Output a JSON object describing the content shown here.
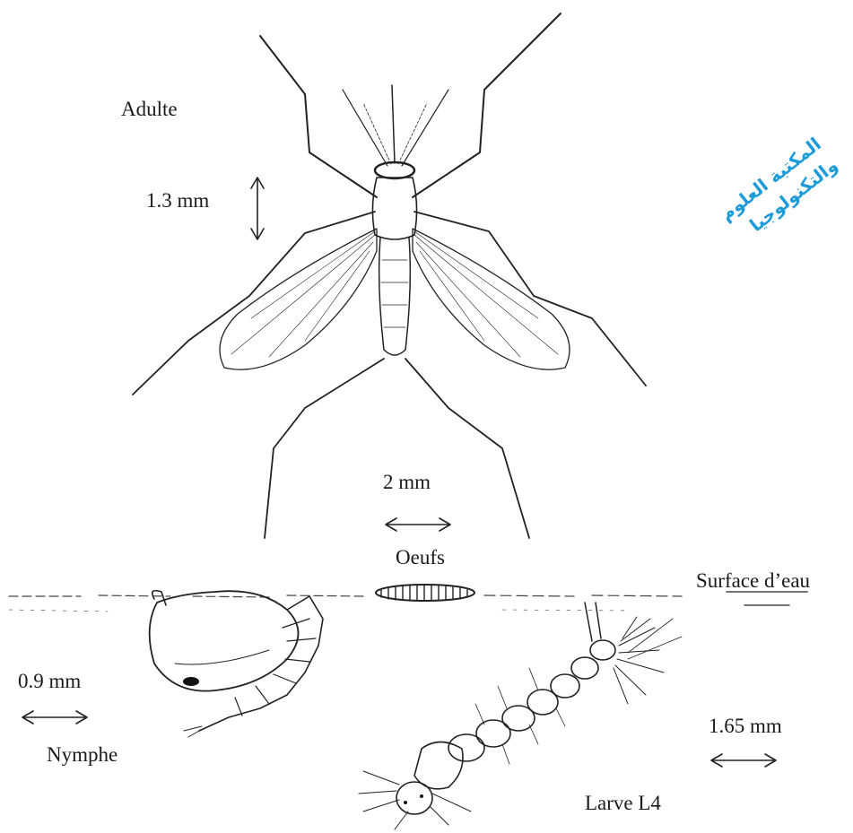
{
  "labels": {
    "adult": "Adulte",
    "adult_size": "1.3 mm",
    "egg_size": "2 mm",
    "eggs": "Oeufs",
    "water_surface": "Surface d’eau",
    "pupa_size": "0.9 mm",
    "pupa": "Nymphe",
    "larva_size": "1.65 mm",
    "larva": "Larve L4"
  },
  "stamp": {
    "line1": "المكتبة العلوم",
    "line2": "والتكنولوجيا",
    "color": "#1d9bd8"
  }
}
